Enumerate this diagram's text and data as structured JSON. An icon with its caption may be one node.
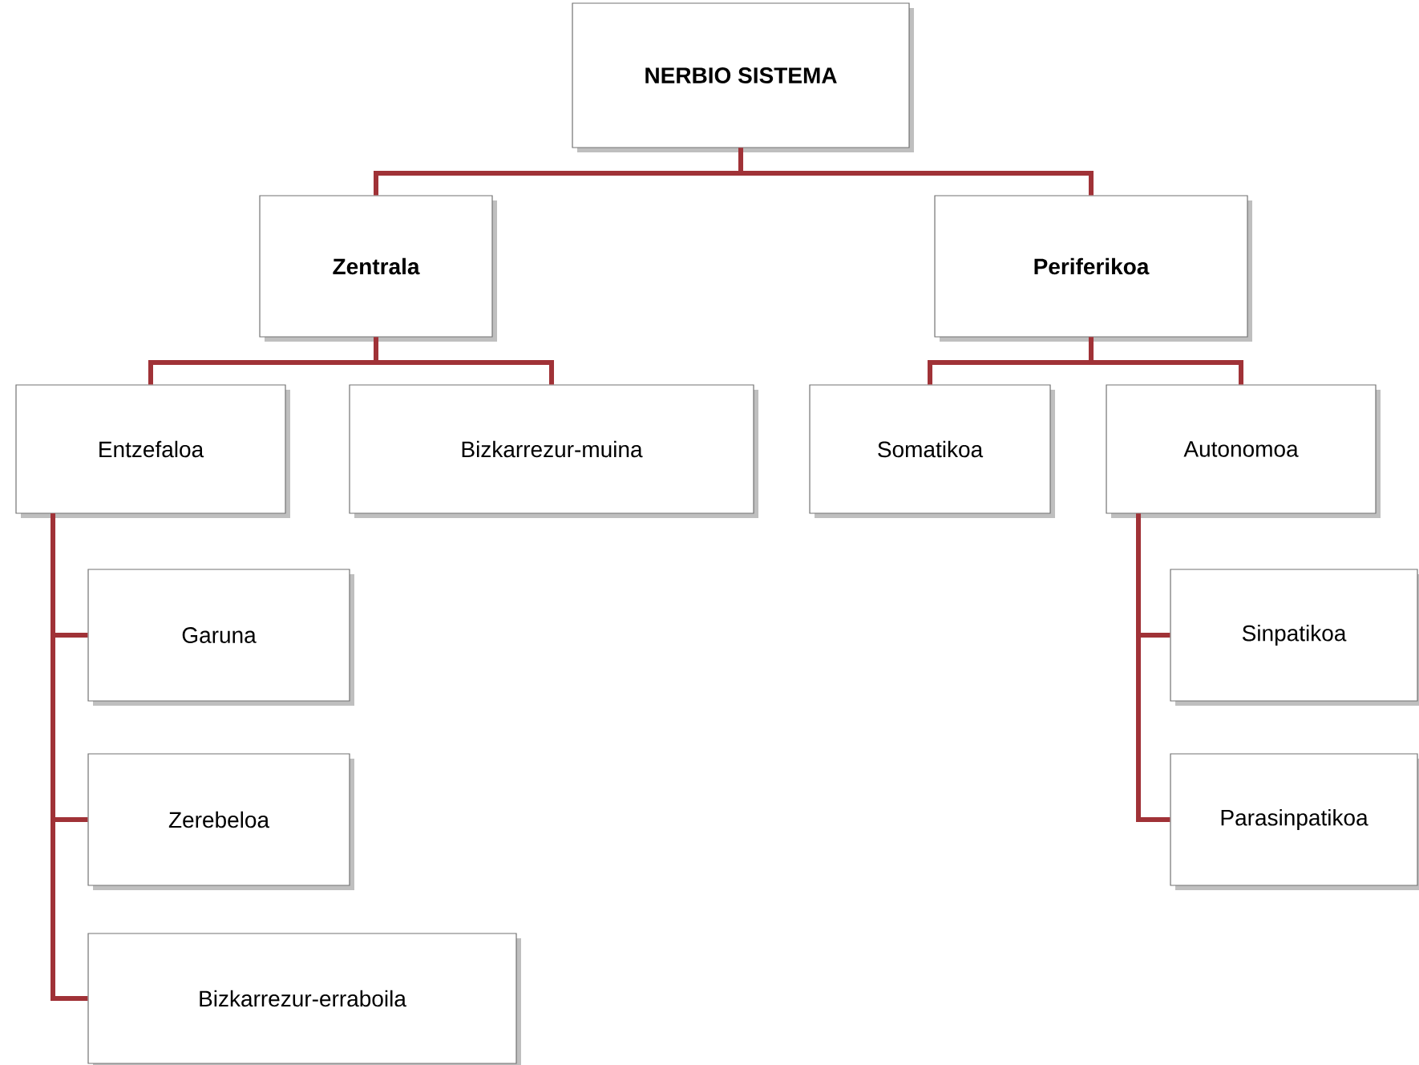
{
  "diagram": {
    "nodes": [
      {
        "text": [
          "NERBIO SISTEMA"
        ]
      },
      {
        "text": [
          "Zentrala"
        ]
      },
      {
        "text": [
          "Periferikoa"
        ]
      },
      {
        "text": [
          "Entzefaloa"
        ]
      },
      {
        "text": [
          "Bizkarrezur-muina"
        ]
      },
      {
        "text": [
          "Somatikoa"
        ]
      },
      {
        "text": [
          "Autonomoa"
        ]
      },
      {
        "text": [
          "Garuna"
        ]
      },
      {
        "text": [
          "Zerebeloa"
        ]
      },
      {
        "text": [
          "Bizkarrezur-erraboila"
        ]
      },
      {
        "text": [
          "Sinpatikoa"
        ]
      },
      {
        "text": [
          "Parasinpatikoa"
        ]
      }
    ],
    "edges": [
      {
        "from": 0,
        "to": 1,
        "arrow": "none"
      },
      {
        "from": 0,
        "to": 2,
        "arrow": "none"
      },
      {
        "from": 1,
        "to": 3,
        "arrow": "none"
      },
      {
        "from": 1,
        "to": 4,
        "arrow": "none"
      },
      {
        "from": 2,
        "to": 5,
        "arrow": "none"
      },
      {
        "from": 2,
        "to": 6,
        "arrow": "none"
      },
      {
        "from": 3,
        "to": 7,
        "arrow": "none"
      },
      {
        "from": 3,
        "to": 8,
        "arrow": "none"
      },
      {
        "from": 3,
        "to": 9,
        "arrow": "none"
      },
      {
        "from": 6,
        "to": 10,
        "arrow": "none"
      },
      {
        "from": 6,
        "to": 11,
        "arrow": "none"
      }
    ]
  }
}
